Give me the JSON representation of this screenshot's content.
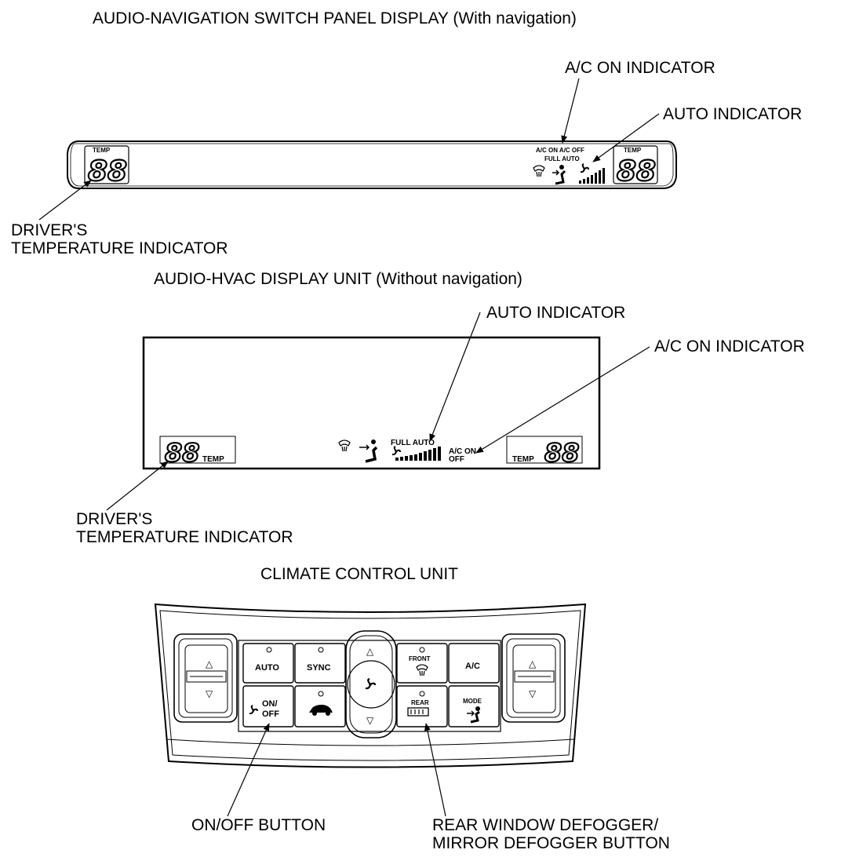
{
  "sections": {
    "nav": {
      "title": "AUDIO-NAVIGATION SWITCH PANEL DISPLAY (With navigation)",
      "temp_label": "TEMP",
      "temp_digits": "88",
      "ac_onoff": "A/C ON A/C OFF",
      "full_auto": "FULL AUTO",
      "callout_ac": "A/C ON INDICATOR",
      "callout_auto": "AUTO INDICATOR",
      "callout_driver_1": "DRIVER'S",
      "callout_driver_2": "TEMPERATURE INDICATOR"
    },
    "hvac": {
      "title": "AUDIO-HVAC DISPLAY UNIT (Without navigation)",
      "temp_label": "TEMP",
      "temp_digits": "88",
      "full_auto": "FULL AUTO",
      "ac_on": "A/C ON",
      "ac_off": "OFF",
      "callout_auto": "AUTO INDICATOR",
      "callout_ac": "A/C ON INDICATOR",
      "callout_driver_1": "DRIVER'S",
      "callout_driver_2": "TEMPERATURE INDICATOR"
    },
    "climate": {
      "title": "CLIMATE CONTROL UNIT",
      "buttons": {
        "auto": "AUTO",
        "sync": "SYNC",
        "front": "FRONT",
        "ac": "A/C",
        "on": "ON/",
        "off": "OFF",
        "rear": "REAR",
        "mode": "MODE"
      },
      "callout_onoff": "ON/OFF BUTTON",
      "callout_rear_1": "REAR WINDOW DEFOGGER/",
      "callout_rear_2": "MIRROR DEFOGGER BUTTON"
    }
  },
  "icons": [
    "windshield-defrost-icon",
    "vent-mode-icon",
    "fan-icon",
    "fan-speed-bars-icon",
    "rear-defogger-icon",
    "recirculation-icon",
    "up-arrow-icon",
    "down-arrow-icon"
  ]
}
